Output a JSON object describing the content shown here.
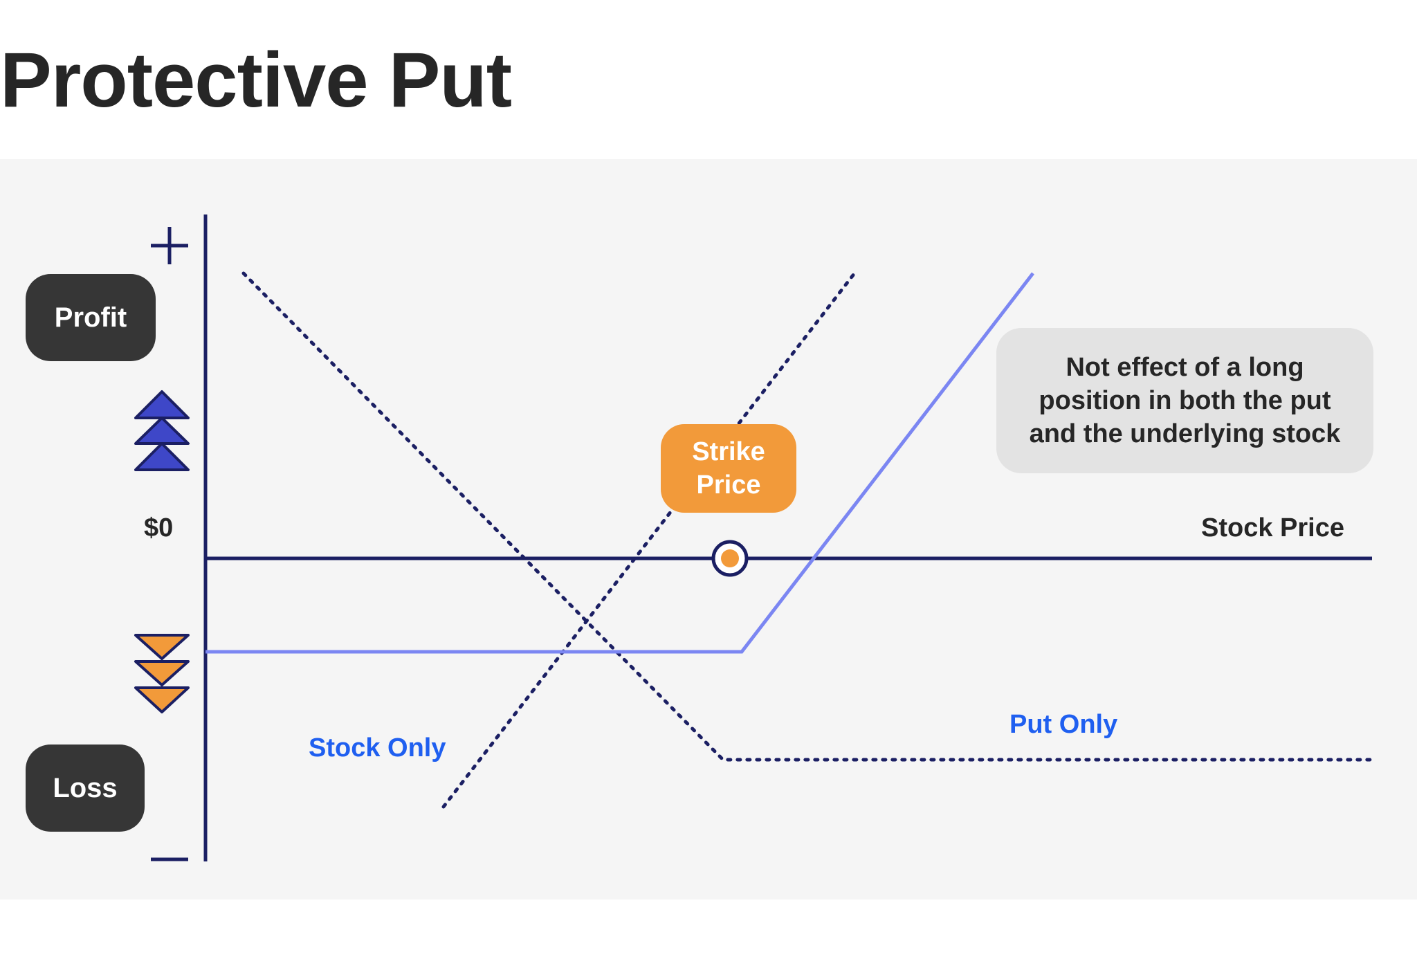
{
  "title": "Protective Put",
  "labels": {
    "profit": "Profit",
    "loss": "Loss",
    "plus": "+",
    "minus": "−",
    "zero": "$0",
    "x_axis": "Stock Price",
    "strike_line1": "Strike",
    "strike_line2": "Price",
    "note_line1": "Not effect of a long",
    "note_line2": "position in both the put",
    "note_line3": "and the underlying stock",
    "stock_only": "Stock Only",
    "put_only": "Put Only"
  },
  "colors": {
    "axis": "#1b1f63",
    "net_line": "#7b86f2",
    "strike": "#f29a3a",
    "series_label": "#1f5ff0",
    "profit_arrows": "#3e47c8",
    "loss_arrows": "#f29a3a"
  },
  "icons": [
    "triangle-up-icon",
    "triangle-down-icon",
    "strike-marker-icon"
  ]
}
